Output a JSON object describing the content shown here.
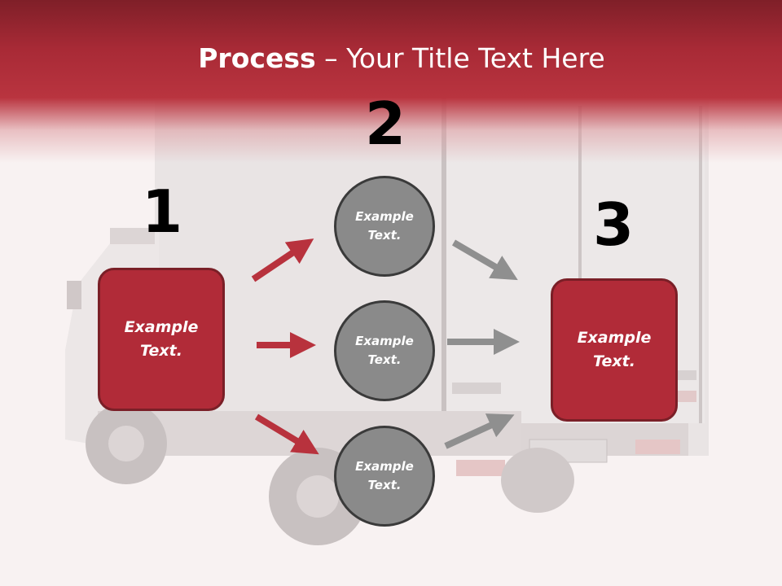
{
  "slide": {
    "title_bold": "Process",
    "title_rest": " – Your Title Text Here",
    "steps": [
      {
        "number": "1"
      },
      {
        "number": "2"
      },
      {
        "number": "3"
      }
    ],
    "boxes": [
      {
        "text": "Example\nText."
      },
      {
        "text": "Example\nText."
      }
    ],
    "circles": [
      {
        "text": "Example\nText."
      },
      {
        "text": "Example\nText."
      },
      {
        "text": "Example\nText."
      }
    ]
  },
  "colors": {
    "header_red": "#b9343f",
    "box_red": "#b12b38",
    "circle_gray": "#8a8a8a",
    "arrow_red": "#b8323d",
    "arrow_gray": "#8f8f8f"
  },
  "icons": {
    "background": "delivery-truck-image"
  }
}
